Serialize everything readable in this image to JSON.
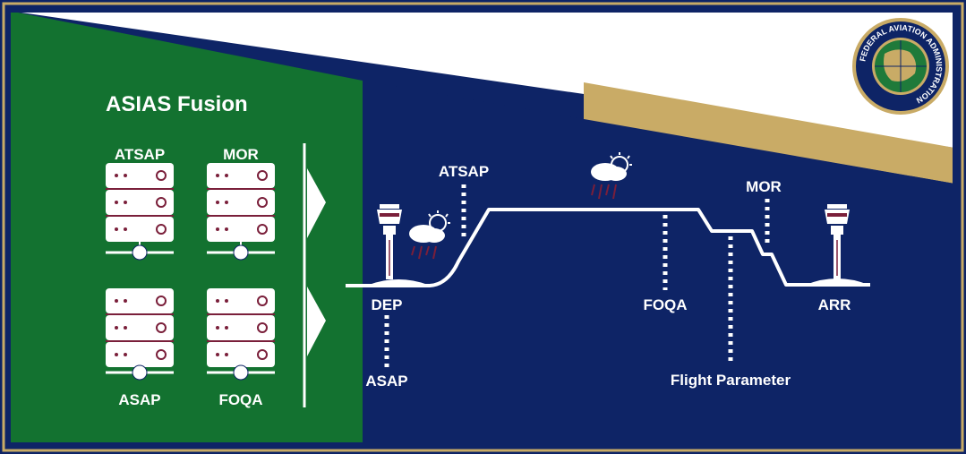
{
  "title": "ASIAS Fusion",
  "servers": [
    {
      "label": "ATSAP"
    },
    {
      "label": "MOR"
    },
    {
      "label": "ASAP"
    },
    {
      "label": "FOQA"
    }
  ],
  "flight_labels": {
    "dep": "DEP",
    "arr": "ARR",
    "asap": "ASAP",
    "atsap": "ATSAP",
    "mor": "MOR",
    "foqa": "FOQA",
    "flight_parameter": "Flight Parameter"
  },
  "seal": {
    "text": "FEDERAL AVIATION ADMINISTRATION"
  },
  "colors": {
    "navy": "#0e2466",
    "green": "#137230",
    "gold": "#c9ab66",
    "maroon": "#7a1f3a",
    "white": "#ffffff"
  },
  "icons": [
    "server-icon",
    "control-tower-icon",
    "storm-cloud-icon",
    "chevron-right-icon",
    "faa-seal-icon"
  ]
}
